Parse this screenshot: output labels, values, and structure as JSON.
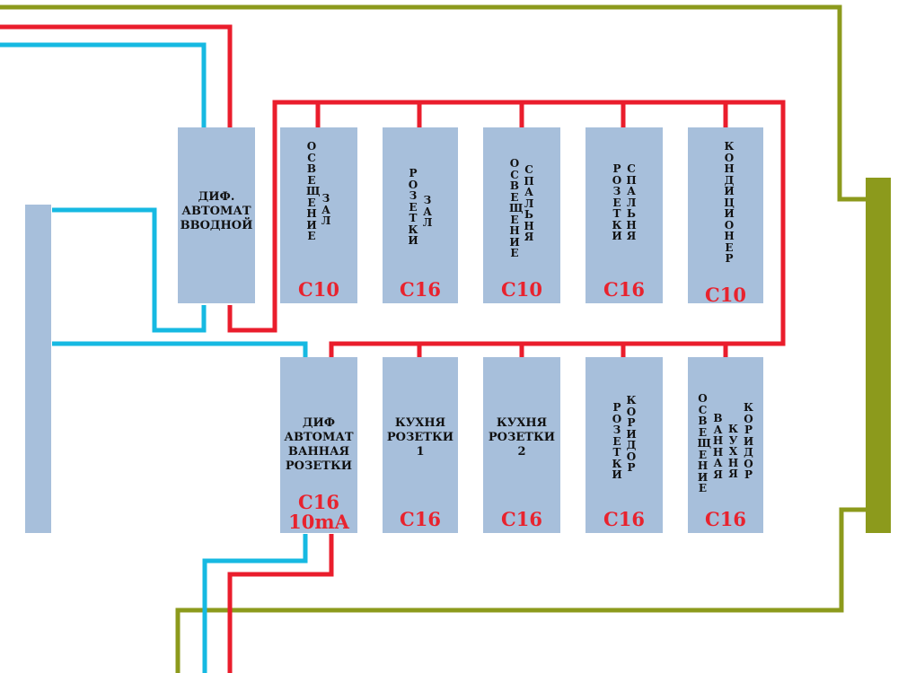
{
  "colors": {
    "line_phase": "#ea1d2c",
    "line_neutral": "#16b9e2",
    "line_ground": "#8c9a1c",
    "block_fill": "#a7bfdb",
    "rating_text": "#e8232e",
    "label_text": "#111111",
    "ground_bar": "#8c9a1c"
  },
  "main_breaker": {
    "label": "ДИФ.\nАВТОМАТ\nВВОДНОЙ"
  },
  "top_row": [
    {
      "columns": [
        "ОСВЕЩЕНИЕ",
        "ЗАЛ"
      ],
      "rating": "C10"
    },
    {
      "columns": [
        "РОЗЕТКИ",
        "ЗАЛ"
      ],
      "rating": "C16"
    },
    {
      "columns": [
        "ОСВЕЩЕНИЕ",
        "СПАЛЬНЯ"
      ],
      "rating": "C10"
    },
    {
      "columns": [
        "РОЗЕТКИ",
        "СПАЛЬНЯ"
      ],
      "rating": "C16"
    },
    {
      "columns": [
        "КОНДИЦИОНЕР"
      ],
      "rating": "C10"
    }
  ],
  "bottom_row": [
    {
      "label": "ДИФ\nАВТОМАТ\nВАННАЯ\nРОЗЕТКИ",
      "rating": "C16\n10mA"
    },
    {
      "label": "КУХНЯ\nРОЗЕТКИ\n1",
      "rating": "C16"
    },
    {
      "label": "КУХНЯ\nРОЗЕТКИ\n2",
      "rating": "C16"
    },
    {
      "columns": [
        "РОЗЕТКИ",
        "КОРИДОР"
      ],
      "rating": "C16"
    },
    {
      "columns": [
        "ОСВЕЩЕНИЕ",
        "ВАННАЯ",
        "КУХНЯ",
        "КОРИДОР"
      ],
      "rating": "C16"
    }
  ]
}
